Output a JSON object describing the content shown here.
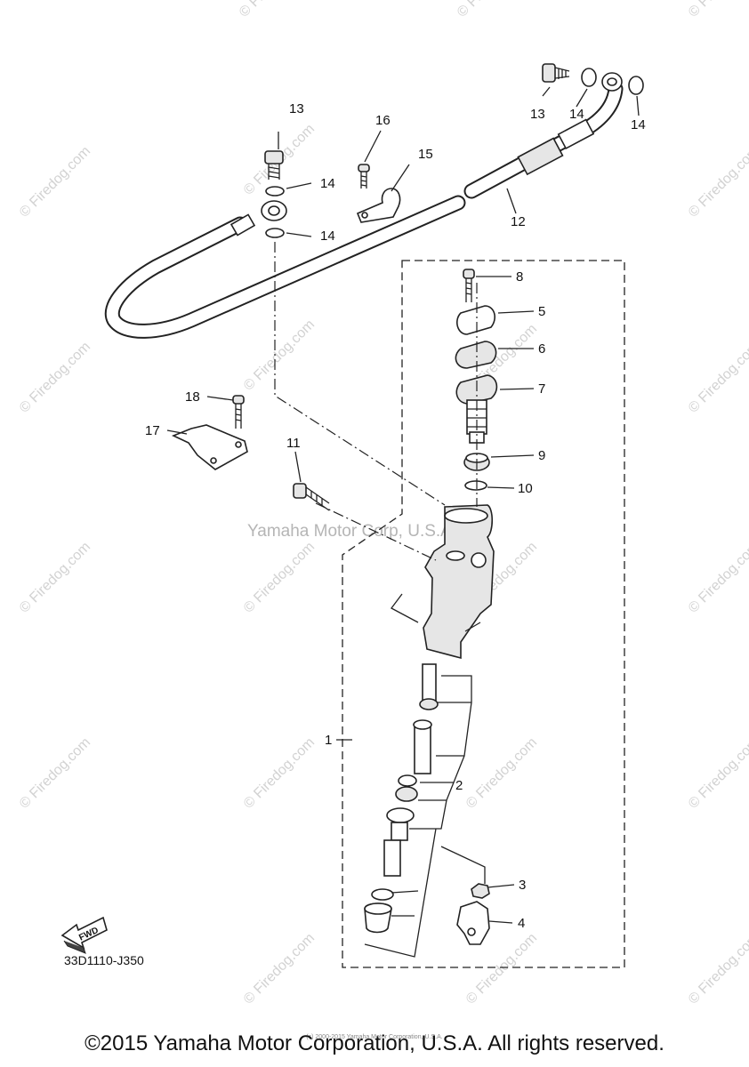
{
  "diagram": {
    "title": "",
    "callouts": {
      "c13a": "13",
      "c13b": "13",
      "c16": "16",
      "c15": "15",
      "c14a": "14",
      "c14b": "14",
      "c14c": "14",
      "c14d": "14",
      "c12": "12",
      "c8": "8",
      "c5": "5",
      "c6": "6",
      "c7": "7",
      "c18": "18",
      "c17": "17",
      "c11": "11",
      "c9": "9",
      "c10": "10",
      "c1": "1",
      "c2": "2",
      "c3": "3",
      "c4": "4"
    },
    "fwd_label": "FWD",
    "diagram_code": "33D1110-J350",
    "center_watermark": "Yamaha Motor Corp, U.S.A.",
    "watermark_text": "© Firedog.com",
    "fine_print": "(c) 2000-2015 Yamaha Motor Corporation, U.S.A.",
    "copyright": "©2015 Yamaha Motor Corporation, U.S.A. All rights reserved."
  }
}
